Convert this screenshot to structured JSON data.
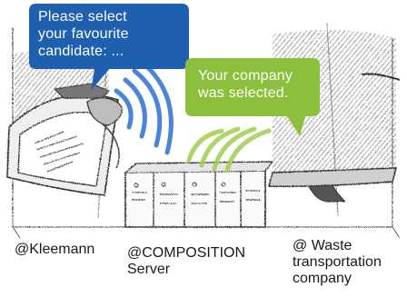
{
  "bubbles": {
    "request": {
      "text": "Please select\nyour favourite\ncandidate: ...",
      "color": "#1f5fb0"
    },
    "response": {
      "text": "Your company\nwas selected.",
      "color": "#8cbf3c"
    }
  },
  "captions": {
    "left": "@Kleemann",
    "center": "@COMPOSITION\nServer",
    "right": "@ Waste\ntransportation\ncompany"
  },
  "colors": {
    "sketch": "#333333",
    "shading": "#9a9a9a",
    "signal_blue": "#2d6fd1",
    "signal_green": "#a6d05a"
  },
  "icons": {
    "left": "tablet-with-hand-sketch-icon",
    "center": "server-rack-sketch-icon",
    "right": "tablet-sketch-icon"
  }
}
